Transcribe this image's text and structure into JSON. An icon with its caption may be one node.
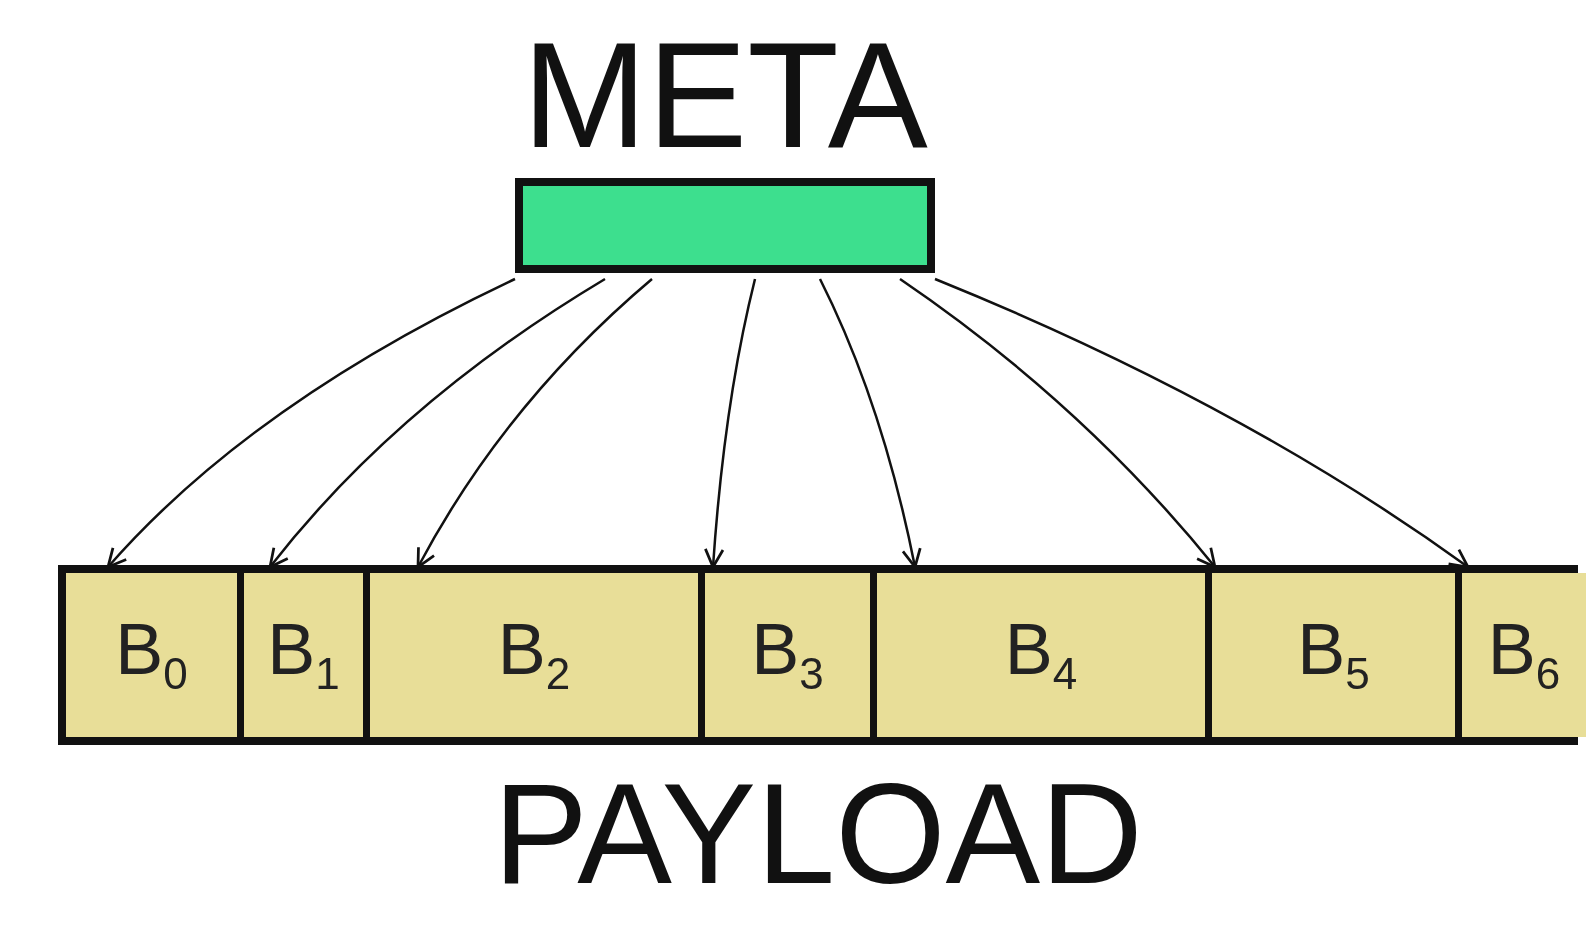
{
  "diagram": {
    "nodes": [
      {
        "text": [
          "META"
        ]
      },
      {
        "text": [
          "PAYLOAD"
        ]
      },
      {
        "text": [
          "B$_{0}$"
        ],
        "in": 1
      },
      {
        "text": [
          "B$_{1}$"
        ],
        "in": 1
      },
      {
        "text": [
          "B$_{2}$"
        ],
        "in": 1
      },
      {
        "text": [
          "B$_{3}$"
        ],
        "in": 1
      },
      {
        "text": [
          "B$_{4}$"
        ],
        "in": 1
      },
      {
        "text": [
          "B$_{5}$"
        ],
        "in": 1
      },
      {
        "text": [
          "B$_{6}$"
        ],
        "in": 1
      }
    ],
    "edges": [
      {
        "from": 0,
        "to": 2,
        "arrow": "to"
      },
      {
        "from": 0,
        "to": 3,
        "arrow": "to"
      },
      {
        "from": 0,
        "to": 4,
        "arrow": "to"
      },
      {
        "from": 0,
        "to": 5,
        "arrow": "to"
      },
      {
        "from": 0,
        "to": 6,
        "arrow": "to"
      },
      {
        "from": 0,
        "to": 7,
        "arrow": "to"
      },
      {
        "from": 0,
        "to": 8,
        "arrow": "to"
      }
    ]
  }
}
